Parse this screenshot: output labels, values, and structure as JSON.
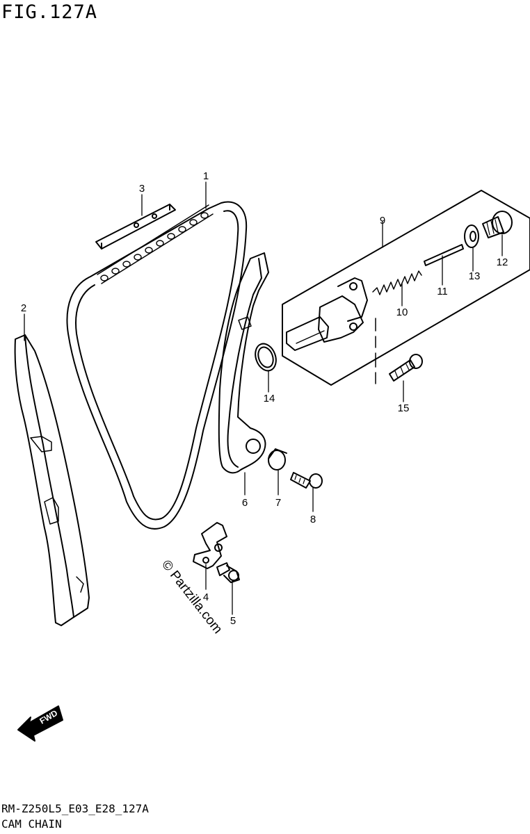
{
  "figure": {
    "title": "FIG.127A"
  },
  "footer": {
    "code": "RM-Z250L5_E03_E28_127A",
    "name": "CAM CHAIN"
  },
  "watermark": "© Partzilla.com",
  "direction_badge": "FWD",
  "callouts": [
    {
      "id": "c1",
      "label": "1"
    },
    {
      "id": "c2",
      "label": "2"
    },
    {
      "id": "c3",
      "label": "3"
    },
    {
      "id": "c4",
      "label": "4"
    },
    {
      "id": "c5",
      "label": "5"
    },
    {
      "id": "c6",
      "label": "6"
    },
    {
      "id": "c7",
      "label": "7"
    },
    {
      "id": "c8",
      "label": "8"
    },
    {
      "id": "c9",
      "label": "9"
    },
    {
      "id": "c10",
      "label": "10"
    },
    {
      "id": "c11",
      "label": "11"
    },
    {
      "id": "c12",
      "label": "12"
    },
    {
      "id": "c13",
      "label": "13"
    },
    {
      "id": "c14",
      "label": "14"
    },
    {
      "id": "c15",
      "label": "15"
    }
  ]
}
